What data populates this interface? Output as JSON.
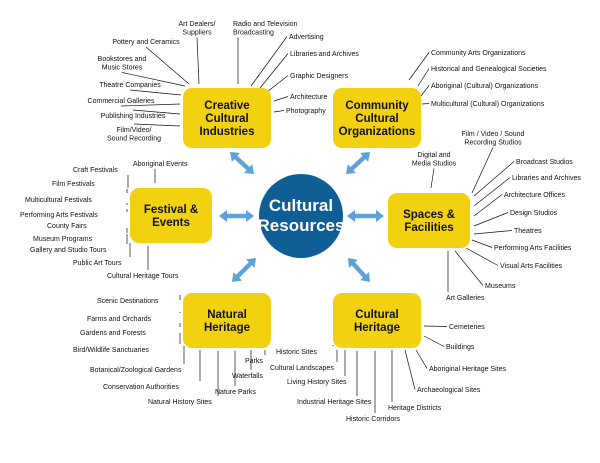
{
  "center": {
    "lines": [
      "Cultural",
      "Resources"
    ]
  },
  "colors": {
    "box_fill": "#f2d210",
    "center_fill": "#105e96",
    "arrow": "#5ea2d9",
    "lines": "#111111"
  },
  "categories": {
    "creative": {
      "lines": [
        "Creative",
        "Cultural",
        "Industries"
      ],
      "items": [
        [
          "Art Dealers/",
          "Suppliers"
        ],
        [
          "Radio and Television",
          "Broadcasting"
        ],
        [
          "Pottery and Ceramics"
        ],
        [
          "Advertising"
        ],
        [
          "Bookstores and",
          "Music Stores"
        ],
        [
          "Libraries and Archives"
        ],
        [
          "Graphic Designers"
        ],
        [
          "Theatre Companies"
        ],
        [
          "Architecture"
        ],
        [
          "Commercial Galleries"
        ],
        [
          "Photography"
        ],
        [
          "Publishing Industries"
        ],
        [
          "Film/Video/",
          "Sound Recording"
        ]
      ]
    },
    "community": {
      "lines": [
        "Community",
        "Cultural",
        "Organizations"
      ],
      "items": [
        [
          "Community Arts Organizations"
        ],
        [
          "Historical and Genealogical Societies"
        ],
        [
          "Aboriginal (Cultural) Organizations"
        ],
        [
          "Multicultural (Cultural) Organizations"
        ]
      ]
    },
    "festival": {
      "lines": [
        "Festival &",
        "Events"
      ],
      "items": [
        [
          "Craft Festivals"
        ],
        [
          "Aboriginal Events"
        ],
        [
          "Film Festivals"
        ],
        [
          "Multicultural Festivals"
        ],
        [
          "Performing Arts Festivals"
        ],
        [
          "County Fairs"
        ],
        [
          "Museum Programs"
        ],
        [
          "Gallery and Studio Tours"
        ],
        [
          "Public Art Tours"
        ],
        [
          "Cultural Heritage Tours"
        ]
      ]
    },
    "spaces": {
      "lines": [
        "Spaces &",
        "Facilities"
      ],
      "items": [
        [
          "Film / Video / Sound",
          "Recording Studios"
        ],
        [
          "Digital and",
          "Media Studios"
        ],
        [
          "Broadcast Studios"
        ],
        [
          "Libraries and Archives"
        ],
        [
          "Architecture Offices"
        ],
        [
          "Design Studios"
        ],
        [
          "Theatres"
        ],
        [
          "Performing Arts Facilities"
        ],
        [
          "Visual Arts Facilities"
        ],
        [
          "Museums"
        ],
        [
          "Art Galleries"
        ]
      ]
    },
    "natural": {
      "lines": [
        "Natural",
        "Heritage"
      ],
      "items": [
        [
          "Scenic Destinations"
        ],
        [
          "Farms and Orchards"
        ],
        [
          "Gardens and Forests"
        ],
        [
          "Bird/Wildlife Sanctuaries"
        ],
        [
          "Botanical/Zoological Gardens"
        ],
        [
          "Conservation Authorities"
        ],
        [
          "Natural History Sites"
        ],
        [
          "Nature Parks"
        ],
        [
          "Waterfalls"
        ],
        [
          "Parks"
        ]
      ]
    },
    "cultural": {
      "lines": [
        "Cultural",
        "Heritage"
      ],
      "items": [
        [
          "Cemeteries"
        ],
        [
          "Buildings"
        ],
        [
          "Aboriginal Heritage Sites"
        ],
        [
          "Archaeological Sites"
        ],
        [
          "Heritage Districts"
        ],
        [
          "Historic Corridors"
        ],
        [
          "Industrial Heritage Sites"
        ],
        [
          "Living History Sites"
        ],
        [
          "Cultural Landscapes"
        ],
        [
          "Historic Sites"
        ]
      ]
    }
  }
}
